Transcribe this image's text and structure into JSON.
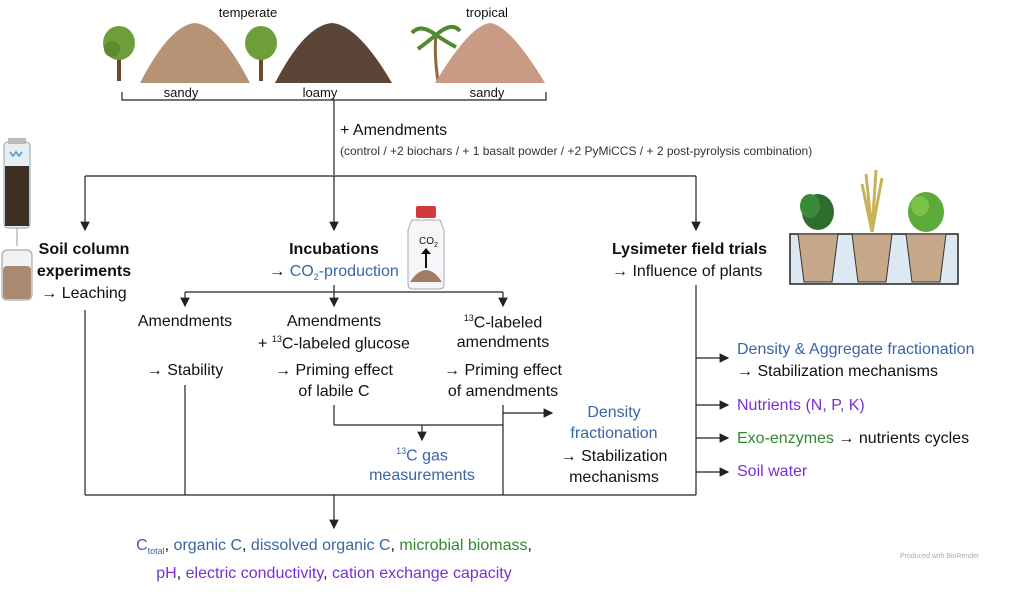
{
  "climates": {
    "temperate": "temperate",
    "tropical": "tropical"
  },
  "soils": {
    "sandy1": "sandy",
    "loamy": "loamy",
    "sandy2": "sandy"
  },
  "amendments": {
    "title": "+ Amendments",
    "detail": "(control / +2 biochars / + 1 basalt powder / +2 PyMiCCS / + 2 post-pyrolysis combination)"
  },
  "branches": {
    "soil_column": {
      "line1": "Soil column",
      "line2": "experiments",
      "line3": "→ Leaching"
    },
    "incubations": {
      "title": "Incubations",
      "arrow": "→ ",
      "co2": "CO",
      "co2_sub": "2",
      "co2_suffix": "-production",
      "bottle_label": "CO",
      "bottle_sub": "2"
    },
    "lysimeter": {
      "title": "Lysimeter field trials",
      "subtitle": "→ Influence of plants"
    }
  },
  "incubation_sub": {
    "col1": {
      "line1": "Amendments",
      "line2": "→ Stability"
    },
    "col2": {
      "line1": "Amendments",
      "line2_pre": "+ ",
      "line2_sup": "13",
      "line2_post": "C-labeled glucose",
      "line3": "→ Priming effect",
      "line4": "of labile C"
    },
    "col3": {
      "line1_sup": "13",
      "line1_post": "C-labeled",
      "line2": "amendments",
      "line3": "→ Priming effect",
      "line4": "of amendments"
    }
  },
  "gas": {
    "sup": "13",
    "line1_post": "C gas",
    "line2": "measurements"
  },
  "density_mid": {
    "line1": "Density",
    "line2": "fractionation",
    "line3": "→ Stabilization",
    "line4": "mechanisms"
  },
  "right_outputs": {
    "r1_title": "Density & Aggregate fractionation",
    "r1_sub": "→ Stabilization mechanisms",
    "r2": "Nutrients (N, P, K)",
    "r3_colored": "Exo-enzymes",
    "r3_rest": " → nutrients cycles",
    "r4": "Soil water"
  },
  "bottom": {
    "ctotal_c": "C",
    "ctotal_sub": "total",
    "sep1": ", ",
    "organic_c": "organic C",
    "sep2": ", ",
    "dissolved": "dissolved organic C",
    "sep3": ", ",
    "microbial": "microbial biomass",
    "sep4": ",",
    "ph": "pH",
    "sep5": ", ",
    "ec": "electric conductivity",
    "sep6": ", ",
    "cec": "cation exchange capacity"
  },
  "watermark": "Produced with BioRender",
  "colors": {
    "blue": "#3a64a8",
    "green": "#2f8a2f",
    "purple": "#7a2fd0",
    "line": "#222222"
  }
}
